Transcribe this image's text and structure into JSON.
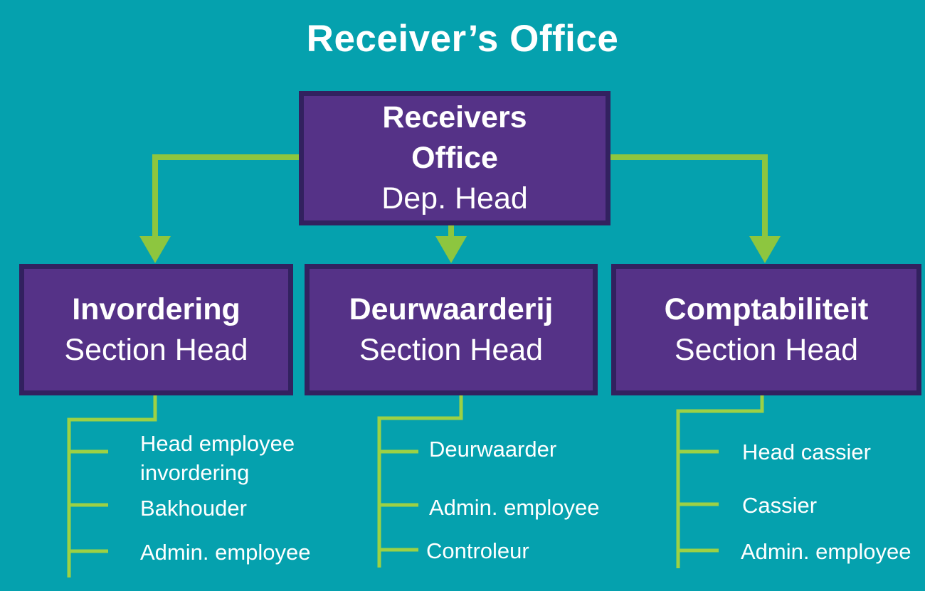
{
  "page_title": "Receiver’s Office",
  "colors": {
    "background": "#05a1ae",
    "box_fill": "#553287",
    "box_border": "#32215f",
    "arrow_green": "#8dc63f",
    "branch_green": "#9dd144",
    "text": "#ffffff"
  },
  "root": {
    "title_line1": "Receivers",
    "title_line2": "Office",
    "subtitle": "Dep. Head"
  },
  "sections": [
    {
      "name": "Invordering",
      "role": "Section Head",
      "members": [
        "Head employee invordering",
        "Bakhouder",
        "Admin. employee"
      ]
    },
    {
      "name": "Deurwaarderij",
      "role": "Section Head",
      "members": [
        "Deurwaarder",
        "Admin. employee",
        "Controleur"
      ]
    },
    {
      "name": "Comptabiliteit",
      "role": "Section Head",
      "members": [
        "Head cassier",
        "Cassier",
        "Admin. employee"
      ]
    }
  ]
}
